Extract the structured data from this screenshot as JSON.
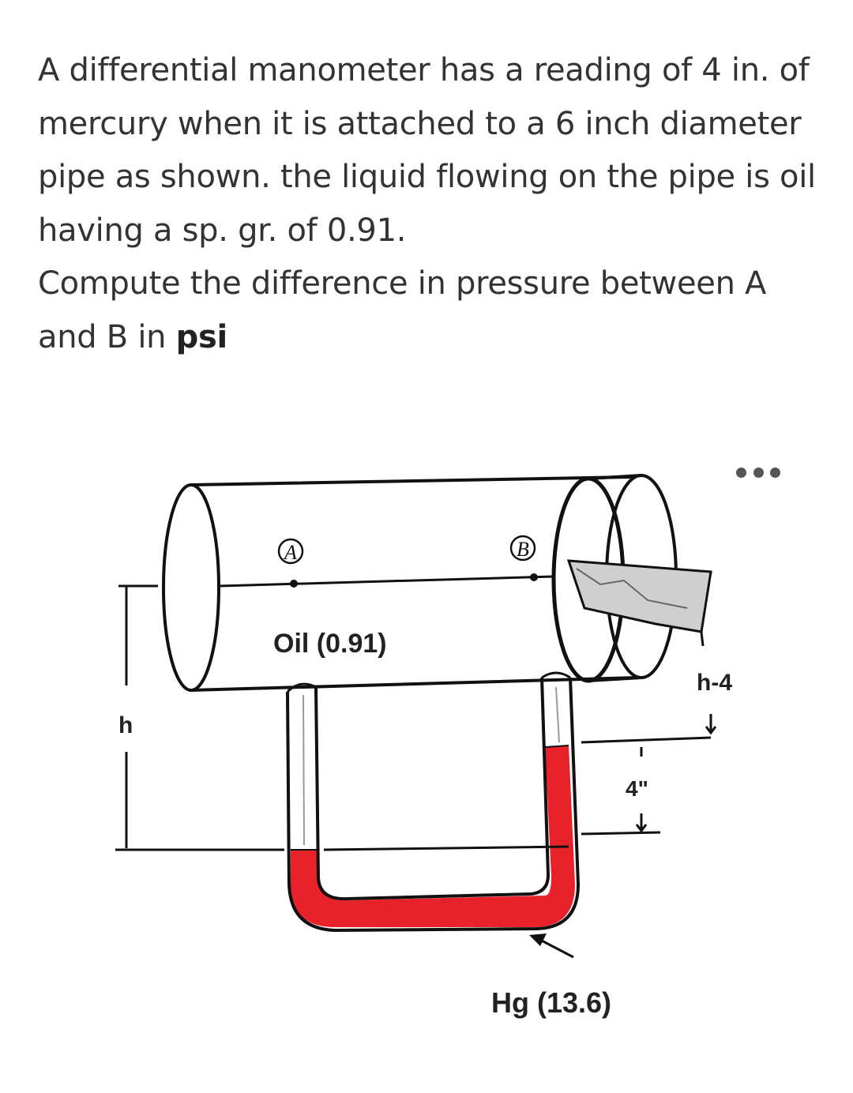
{
  "question": {
    "paragraph1": "A differential manometer has a reading of 4 in. of mercury when it is attached to a 6 inch diameter pipe as shown. the liquid flowing on the pipe is oil having a sp. gr. of 0.91.",
    "paragraph2_prefix": "Compute the difference in pressure between A and B in ",
    "paragraph2_bold": "psi"
  },
  "menu": {
    "icon": "more-horizontal-icon"
  },
  "diagram": {
    "point_a": "A",
    "point_b": "B",
    "oil_label": "Oil (0.91)",
    "h_label": "h",
    "h4_label": "h-4",
    "reading_label": "4\"",
    "hg_label": "Hg (13.6)",
    "colors": {
      "mercury": "#e8222a",
      "ink": "#111111"
    }
  }
}
